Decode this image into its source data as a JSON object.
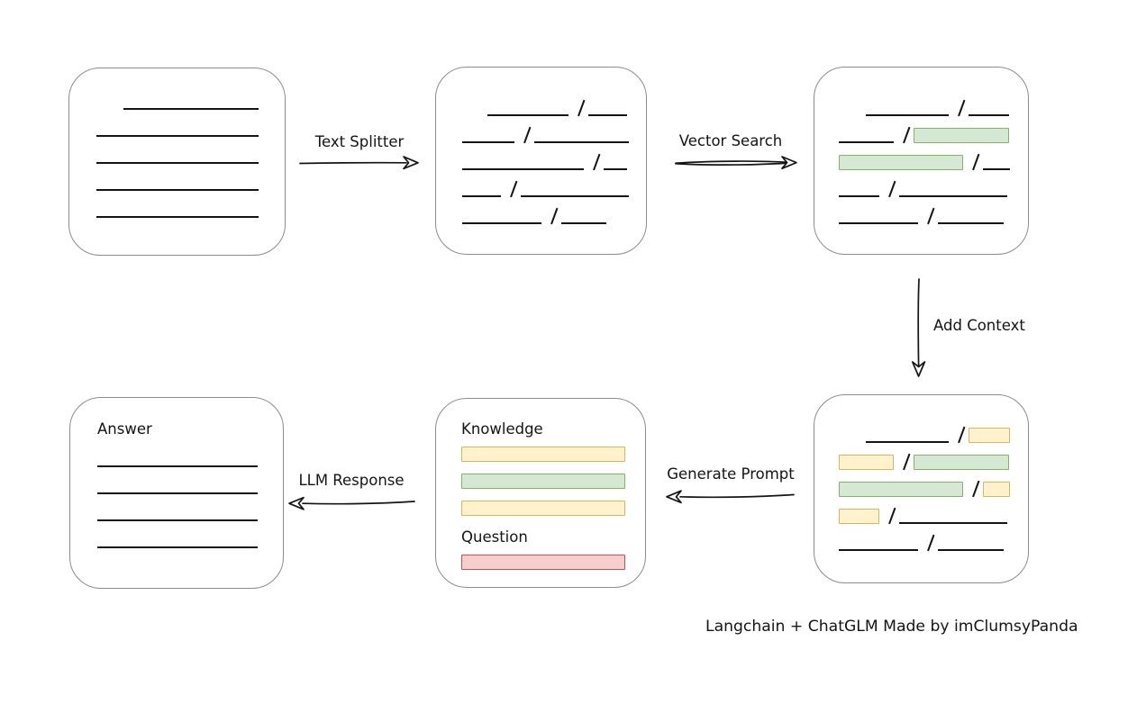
{
  "diagram": {
    "caption": "Langchain + ChatGLM Made by imClumsyPanda",
    "colors": {
      "ink": "#141414",
      "node_border": "#8c8c8c",
      "green_fill": "#d5e8d4",
      "green_border": "#82b366",
      "yellow_fill": "#fff2cc",
      "yellow_border": "#d6b656",
      "red_fill": "#f8cecc",
      "red_border": "#b85450"
    },
    "arrow_labels": {
      "text_splitter": "Text Splitter",
      "vector_search": "Vector Search",
      "add_context": "Add Context",
      "generate_prompt": "Generate Prompt",
      "llm_response": "LLM Response"
    },
    "box_labels": {
      "knowledge": "Knowledge",
      "question": "Question",
      "answer": "Answer"
    },
    "boxes": {
      "source_document": {
        "rows": [
          [
            {
              "t": "gap",
              "w": 30
            },
            {
              "t": "line",
              "w": 150
            }
          ],
          [
            {
              "t": "line",
              "w": 180
            }
          ],
          [
            {
              "t": "line",
              "w": 180
            }
          ],
          [
            {
              "t": "line",
              "w": 180
            }
          ],
          [
            {
              "t": "line",
              "w": 180
            }
          ]
        ]
      },
      "split_text": {
        "rows": [
          [
            {
              "t": "gap",
              "w": 28
            },
            {
              "t": "line",
              "w": 90
            },
            {
              "t": "slash"
            },
            {
              "t": "line",
              "w": 43
            }
          ],
          [
            {
              "t": "line",
              "w": 58
            },
            {
              "t": "slash"
            },
            {
              "t": "line",
              "w": 105
            }
          ],
          [
            {
              "t": "line",
              "w": 135
            },
            {
              "t": "slash"
            },
            {
              "t": "line",
              "w": 26
            }
          ],
          [
            {
              "t": "line",
              "w": 43
            },
            {
              "t": "slash"
            },
            {
              "t": "line",
              "w": 120
            }
          ],
          [
            {
              "t": "line",
              "w": 88
            },
            {
              "t": "slash"
            },
            {
              "t": "line",
              "w": 50
            }
          ]
        ]
      },
      "vector_matched": {
        "rows": [
          [
            {
              "t": "gap",
              "w": 30
            },
            {
              "t": "line",
              "w": 92
            },
            {
              "t": "slash"
            },
            {
              "t": "line",
              "w": 45
            }
          ],
          [
            {
              "t": "line",
              "w": 61
            },
            {
              "t": "slash"
            },
            {
              "t": "chip",
              "c": "green",
              "w": 106
            }
          ],
          [
            {
              "t": "chip",
              "c": "green",
              "w": 138
            },
            {
              "t": "slash"
            },
            {
              "t": "line",
              "w": 30
            }
          ],
          [
            {
              "t": "line",
              "w": 45
            },
            {
              "t": "slash"
            },
            {
              "t": "line",
              "w": 120
            }
          ],
          [
            {
              "t": "line",
              "w": 88
            },
            {
              "t": "slash"
            },
            {
              "t": "line",
              "w": 73
            }
          ]
        ]
      },
      "context_added": {
        "rows": [
          [
            {
              "t": "gap",
              "w": 30
            },
            {
              "t": "line",
              "w": 92
            },
            {
              "t": "slash"
            },
            {
              "t": "chip",
              "c": "yellow",
              "w": 46
            }
          ],
          [
            {
              "t": "chip",
              "c": "yellow",
              "w": 61
            },
            {
              "t": "slash"
            },
            {
              "t": "chip",
              "c": "green",
              "w": 106
            }
          ],
          [
            {
              "t": "chip",
              "c": "green",
              "w": 138
            },
            {
              "t": "slash"
            },
            {
              "t": "chip",
              "c": "yellow",
              "w": 30
            }
          ],
          [
            {
              "t": "chip",
              "c": "yellow",
              "w": 45
            },
            {
              "t": "slash"
            },
            {
              "t": "line",
              "w": 120
            }
          ],
          [
            {
              "t": "line",
              "w": 88
            },
            {
              "t": "slash"
            },
            {
              "t": "line",
              "w": 73
            }
          ]
        ]
      },
      "prompt": {
        "knowledge_rows": [
          [
            {
              "t": "chip",
              "c": "yellow",
              "w": 182
            }
          ],
          [
            {
              "t": "chip",
              "c": "green",
              "w": 182
            }
          ],
          [
            {
              "t": "chip",
              "c": "yellow",
              "w": 182
            }
          ]
        ],
        "question_rows": [
          [
            {
              "t": "chip",
              "c": "red",
              "w": 182
            }
          ]
        ]
      },
      "answer": {
        "rows": [
          [
            {
              "t": "line",
              "w": 178
            }
          ],
          [
            {
              "t": "line",
              "w": 178
            }
          ],
          [
            {
              "t": "line",
              "w": 178
            }
          ],
          [
            {
              "t": "line",
              "w": 178
            }
          ]
        ]
      }
    }
  }
}
